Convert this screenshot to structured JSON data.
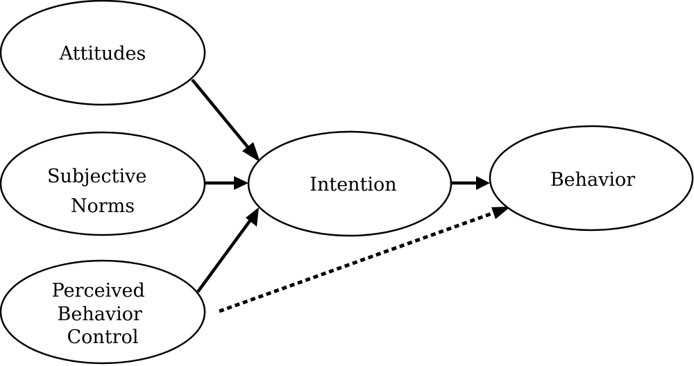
{
  "nodes": {
    "attitudes": {
      "label": "Attitudes"
    },
    "subjective_norms": {
      "label_line1": "Subjective",
      "label_line2": "Norms"
    },
    "perceived_behavior_control": {
      "label_line1": "Perceived",
      "label_line2": "Behavior",
      "label_line3": "Control"
    },
    "intention": {
      "label": "Intention"
    },
    "behavior": {
      "label": "Behavior"
    }
  },
  "edges": [
    {
      "from": "Attitudes",
      "to": "Intention",
      "style": "solid"
    },
    {
      "from": "Subjective Norms",
      "to": "Intention",
      "style": "solid"
    },
    {
      "from": "Perceived Behavior Control",
      "to": "Intention",
      "style": "solid"
    },
    {
      "from": "Intention",
      "to": "Behavior",
      "style": "solid"
    },
    {
      "from": "Perceived Behavior Control",
      "to": "Behavior",
      "style": "dotted"
    }
  ],
  "colors": {
    "stroke": "#000000",
    "background": "#ffffff"
  }
}
